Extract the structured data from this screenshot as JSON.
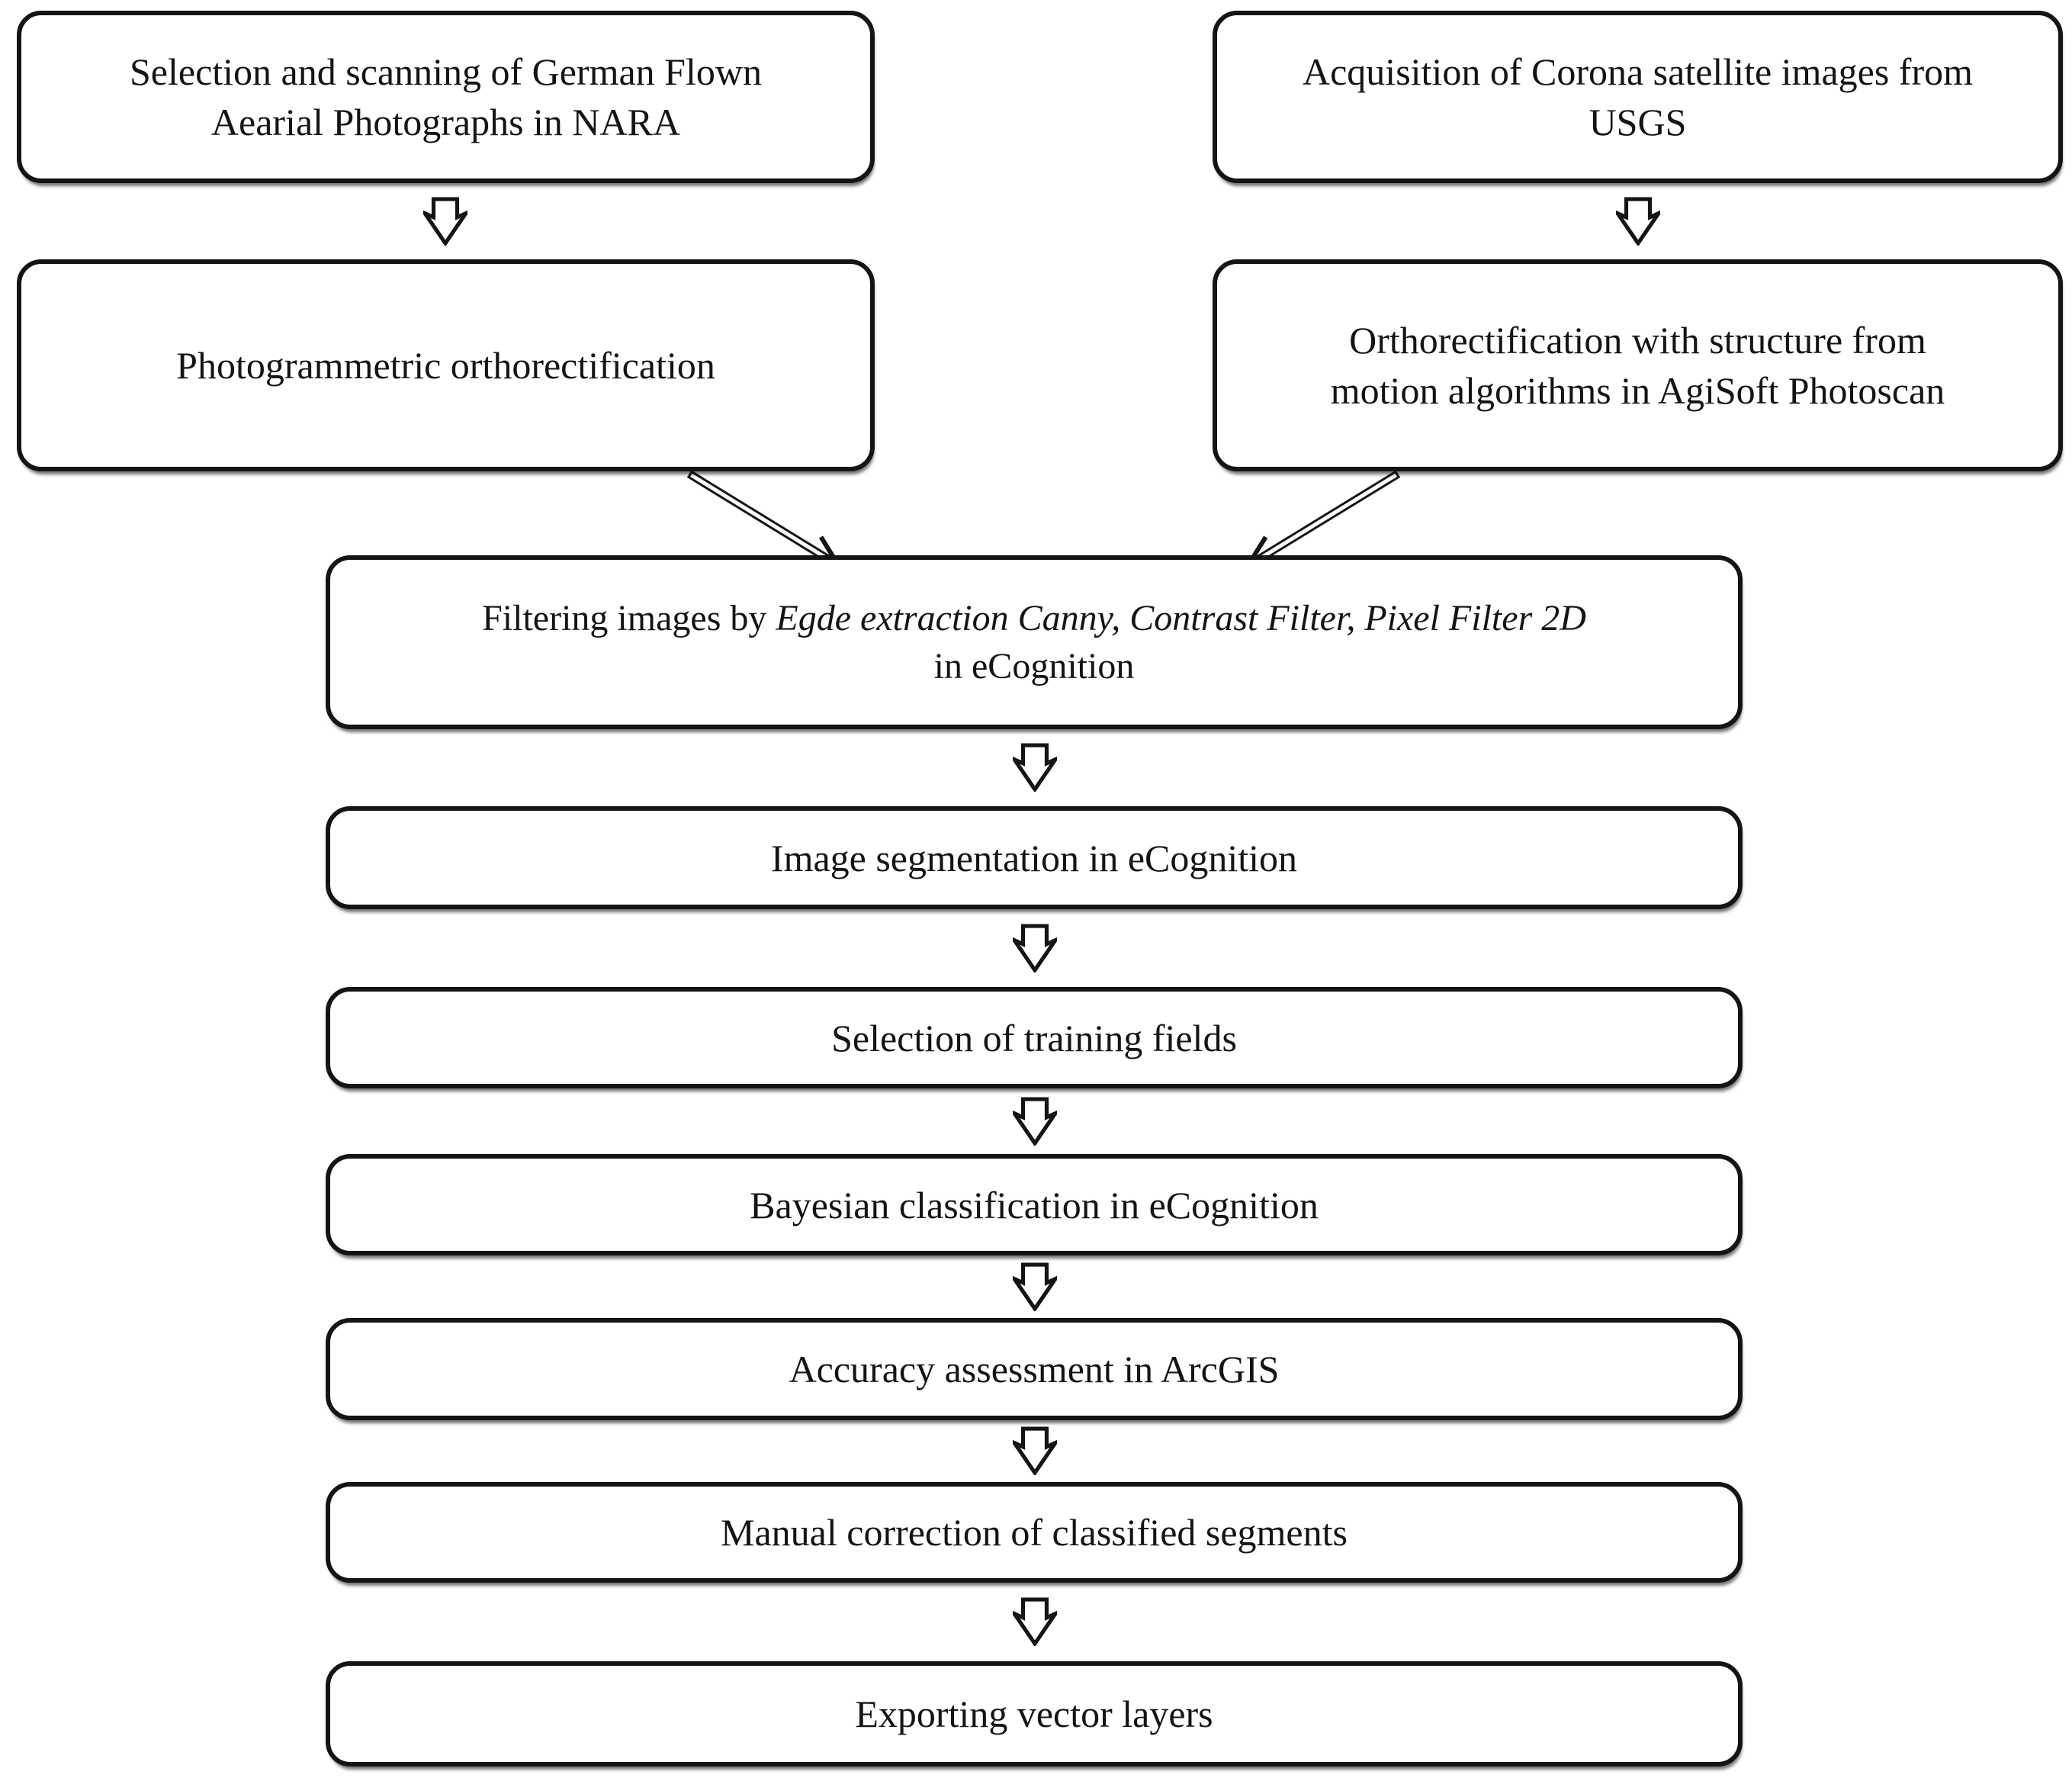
{
  "flowchart": {
    "colors": {
      "border": "#141414",
      "background": "#ffffff",
      "text": "#141414"
    },
    "nodes": [
      {
        "id": "select-scan-nara",
        "lines": [
          "Selection and scanning of German Flown",
          "Aearial Photographs in NARA"
        ]
      },
      {
        "id": "acquisition-corona",
        "lines": [
          "Acquisition of Corona satellite images from",
          "USGS"
        ]
      },
      {
        "id": "photogrammetric-orthorectification",
        "lines": [
          "Photogrammetric orthorectification"
        ]
      },
      {
        "id": "orthorectification-sfm",
        "lines": [
          "Orthorectification with structure from",
          "motion algorithms in AgiSoft Photoscan"
        ]
      },
      {
        "id": "filtering-ecognition",
        "line1_regular": "Filtering images by ",
        "line1_italic": "Egde extraction Canny, Contrast Filter, Pixel Filter 2D",
        "line2": "in eCognition"
      },
      {
        "id": "image-segmentation",
        "lines": [
          "Image segmentation in eCognition"
        ]
      },
      {
        "id": "training-fields",
        "lines": [
          "Selection of training fields"
        ]
      },
      {
        "id": "bayesian-classification",
        "lines": [
          "Bayesian classification in eCognition"
        ]
      },
      {
        "id": "accuracy-assessment",
        "lines": [
          "Accuracy assessment in ArcGIS"
        ]
      },
      {
        "id": "manual-correction",
        "lines": [
          "Manual correction of classified segments"
        ]
      },
      {
        "id": "exporting-vector-layers",
        "lines": [
          "Exporting vector layers"
        ]
      }
    ]
  }
}
